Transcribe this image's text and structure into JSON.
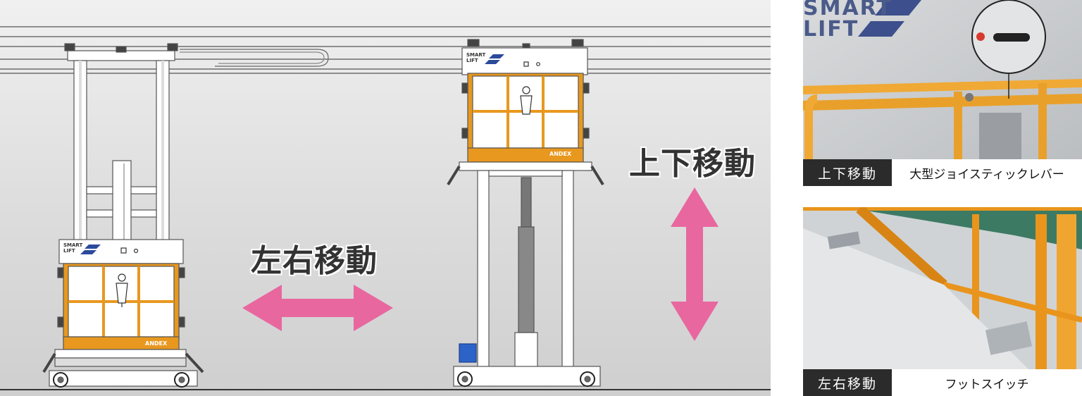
{
  "stage": {
    "labels": {
      "horizontal": "左右移動",
      "vertical": "上下移動"
    },
    "lift_left": {
      "brand_line1": "SMART",
      "brand_line2": "LIFT",
      "maker": "ANDEX"
    },
    "lift_right": {
      "brand_line1": "SMART",
      "brand_line2": "LIFT",
      "maker": "ANDEX"
    },
    "arrow_color": "#e8679f",
    "accent_orange": "#e8981f"
  },
  "photos": [
    {
      "brand_line1": "SMART",
      "brand_line2": "LIFT",
      "tag": "上下移動",
      "desc": "大型ジョイスティックレバー"
    },
    {
      "tag": "左右移動",
      "desc": "フットスイッチ"
    }
  ]
}
